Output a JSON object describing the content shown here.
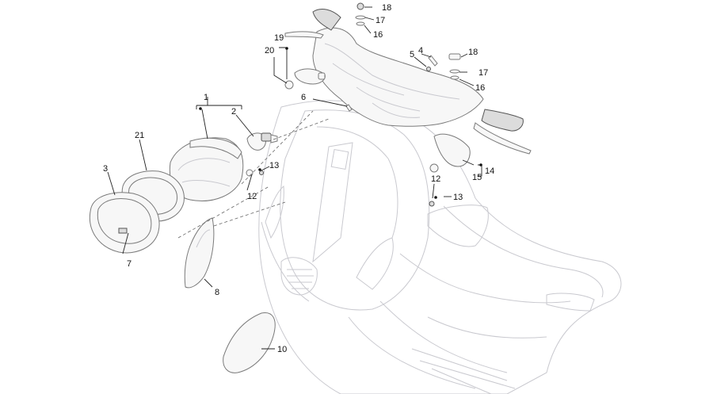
{
  "callouts": [
    {
      "id": "c1",
      "label": "1"
    },
    {
      "id": "c2",
      "label": "2"
    },
    {
      "id": "c3",
      "label": "3"
    },
    {
      "id": "c4",
      "label": "4"
    },
    {
      "id": "c5",
      "label": "5"
    },
    {
      "id": "c6",
      "label": "6"
    },
    {
      "id": "c7",
      "label": "7"
    },
    {
      "id": "c8",
      "label": "8"
    },
    {
      "id": "c10",
      "label": "10"
    },
    {
      "id": "c12a",
      "label": "12"
    },
    {
      "id": "c12b",
      "label": "12"
    },
    {
      "id": "c13a",
      "label": "13"
    },
    {
      "id": "c13b",
      "label": "13"
    },
    {
      "id": "c14",
      "label": "14"
    },
    {
      "id": "c15",
      "label": "15"
    },
    {
      "id": "c16a",
      "label": "16"
    },
    {
      "id": "c16b",
      "label": "16"
    },
    {
      "id": "c17a",
      "label": "17"
    },
    {
      "id": "c17b",
      "label": "17"
    },
    {
      "id": "c18a",
      "label": "18"
    },
    {
      "id": "c18b",
      "label": "18"
    },
    {
      "id": "c19",
      "label": "19"
    },
    {
      "id": "c20",
      "label": "20"
    },
    {
      "id": "c21",
      "label": "21"
    }
  ]
}
